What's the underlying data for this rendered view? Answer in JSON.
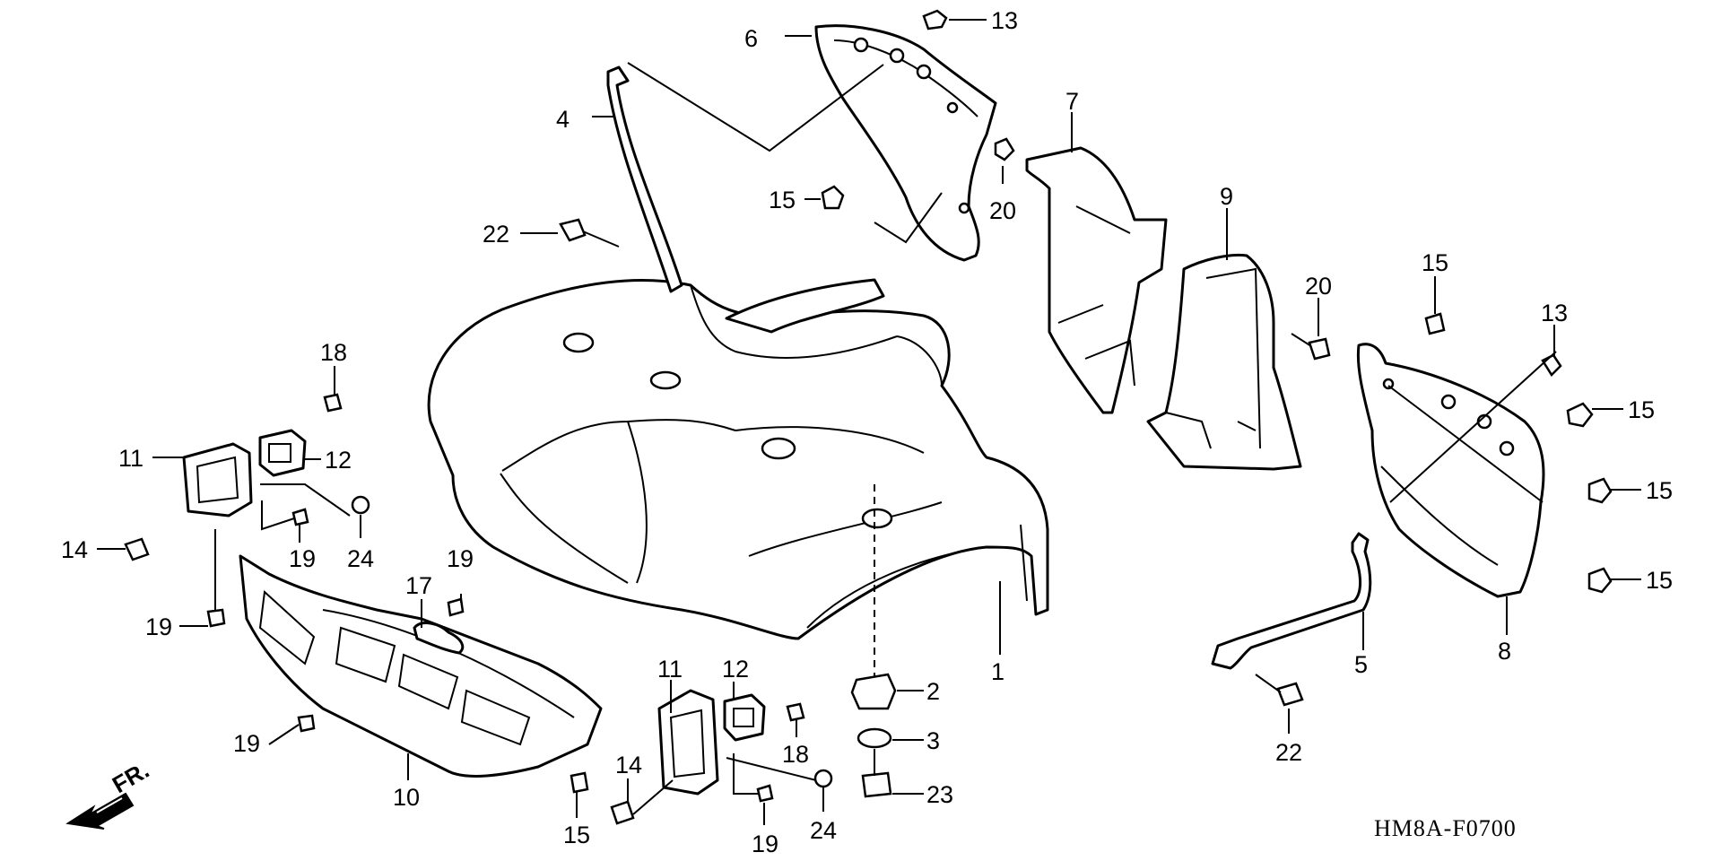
{
  "diagram": {
    "code": "HM8A-F0700",
    "direction_label": "FR.",
    "callouts": [
      "1",
      "2",
      "3",
      "4",
      "5",
      "6",
      "7",
      "8",
      "9",
      "10",
      "11",
      "11",
      "12",
      "12",
      "13",
      "13",
      "14",
      "14",
      "15",
      "15",
      "15",
      "15",
      "15",
      "15",
      "17",
      "18",
      "18",
      "19",
      "19",
      "19",
      "19",
      "19",
      "20",
      "20",
      "22",
      "22",
      "23",
      "24",
      "24"
    ]
  }
}
